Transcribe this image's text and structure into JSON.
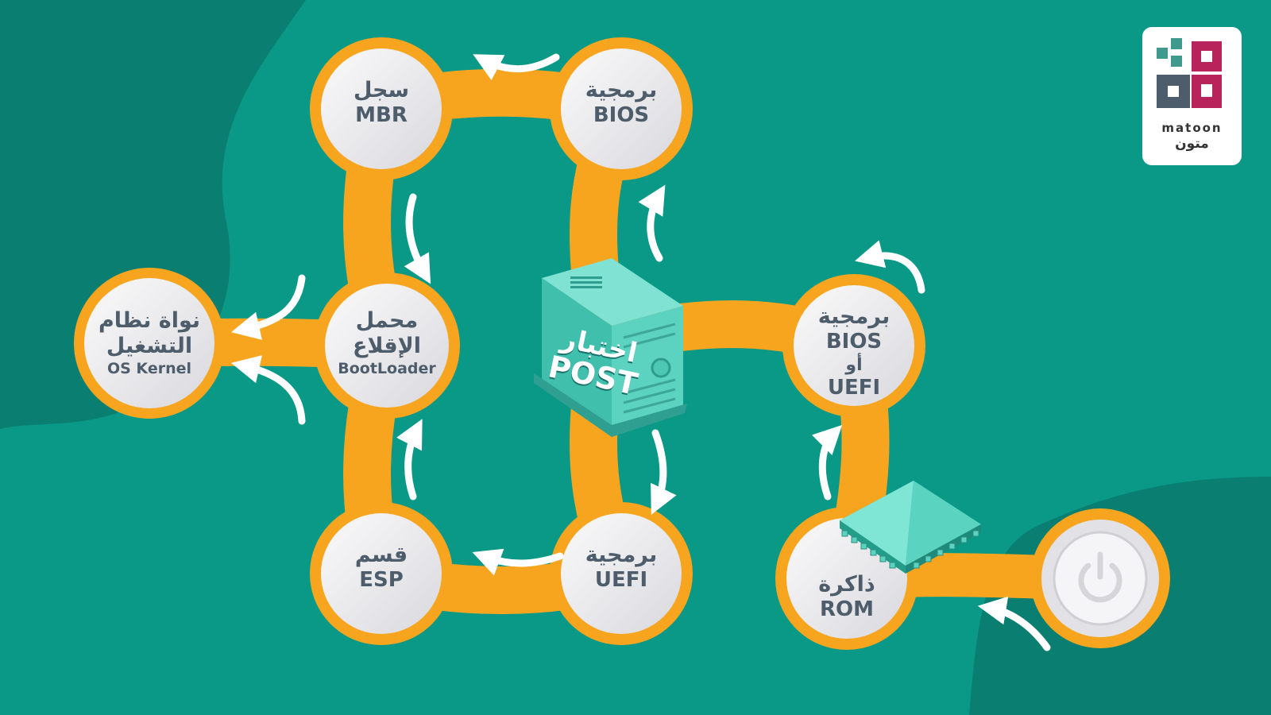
{
  "colors": {
    "background": "#0a9987",
    "background_dark": "#0a7e70",
    "track": "#f7a51f",
    "node_fill": "#e7e7ea",
    "text": "#4e5d6c",
    "arrow": "#ffffff",
    "device": "#5cd3c0"
  },
  "nodes": {
    "mbr": {
      "ar": "سجل",
      "en": "MBR"
    },
    "bios": {
      "ar": "برمجية",
      "en": "BIOS"
    },
    "kernel": {
      "ar1": "نواة نظام",
      "ar2": "التشغيل",
      "en": "OS Kernel"
    },
    "bootloader": {
      "ar1": "محمل",
      "ar2": "الإقلاع",
      "en": "BootLoader"
    },
    "firmware": {
      "ar": "برمجية",
      "en1": "BIOS",
      "or": "أو",
      "en2": "UEFI"
    },
    "esp": {
      "ar": "قسم",
      "en": "ESP"
    },
    "uefi": {
      "ar": "برمجية",
      "en": "UEFI"
    },
    "rom": {
      "ar": "ذاكرة",
      "en": "ROM"
    }
  },
  "post": {
    "ar": "اختبار",
    "en": "POST"
  },
  "power": {
    "icon": "power-icon"
  },
  "logo": {
    "latin": "matoon",
    "arabic": "متون"
  }
}
